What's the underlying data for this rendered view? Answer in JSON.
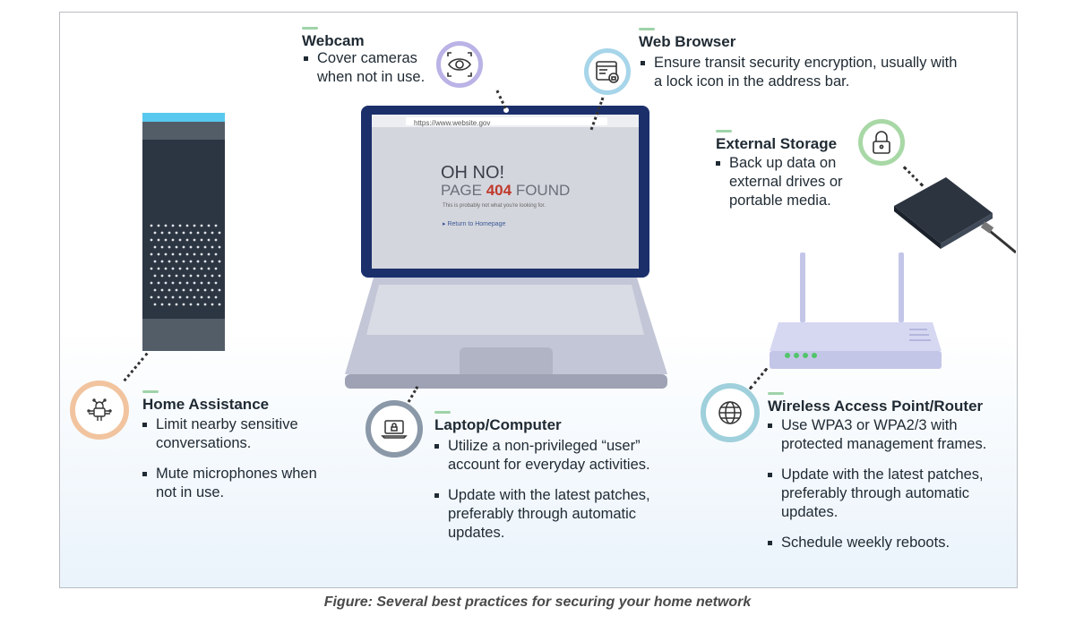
{
  "figure_caption": "Figure: Several best practices for securing your home network",
  "webcam": {
    "title": "Webcam",
    "items": [
      "Cover cameras when not in use."
    ],
    "icon": "eye-icon"
  },
  "web_browser": {
    "title": "Web Browser",
    "items": [
      "Ensure transit security encryption, usually with a lock icon in the address bar."
    ],
    "icon": "browser-lock-icon"
  },
  "external_storage": {
    "title": "External Storage",
    "items": [
      "Back up data on external drives or portable media."
    ],
    "icon": "lock-icon"
  },
  "home_assistance": {
    "title": "Home Assistance",
    "items": [
      "Limit nearby sensitive conversations.",
      "Mute microphones when not in use."
    ],
    "icon": "circuit-lock-icon"
  },
  "laptop": {
    "title": "Laptop/Computer",
    "items": [
      "Utilize a non-privileged “user” account for everyday activities.",
      "Update with the latest patches, preferably through automatic updates."
    ],
    "icon": "laptop-lock-icon"
  },
  "router": {
    "title": "Wireless Access Point/Router",
    "items": [
      "Use WPA3 or WPA2/3 with protected management frames.",
      "Update with the latest patches, preferably through automatic updates.",
      "Schedule weekly reboots."
    ],
    "icon": "globe-icon"
  },
  "screen": {
    "url": "https://www.website.gov",
    "heading": "OH NO!",
    "page_word": "PAGE",
    "code": "404",
    "found_word": "FOUND",
    "subtitle": "This is probably not what you're looking for.",
    "link": "Return to Homepage"
  },
  "colors": {
    "webcam": "#b9b3e6",
    "web_browser": "#a7d5ea",
    "external_storage": "#a8d8a6",
    "home_assistance": "#f1c49f",
    "laptop": "#8a98a8",
    "router": "#9fd0dc",
    "error_code": "#c0392b"
  }
}
